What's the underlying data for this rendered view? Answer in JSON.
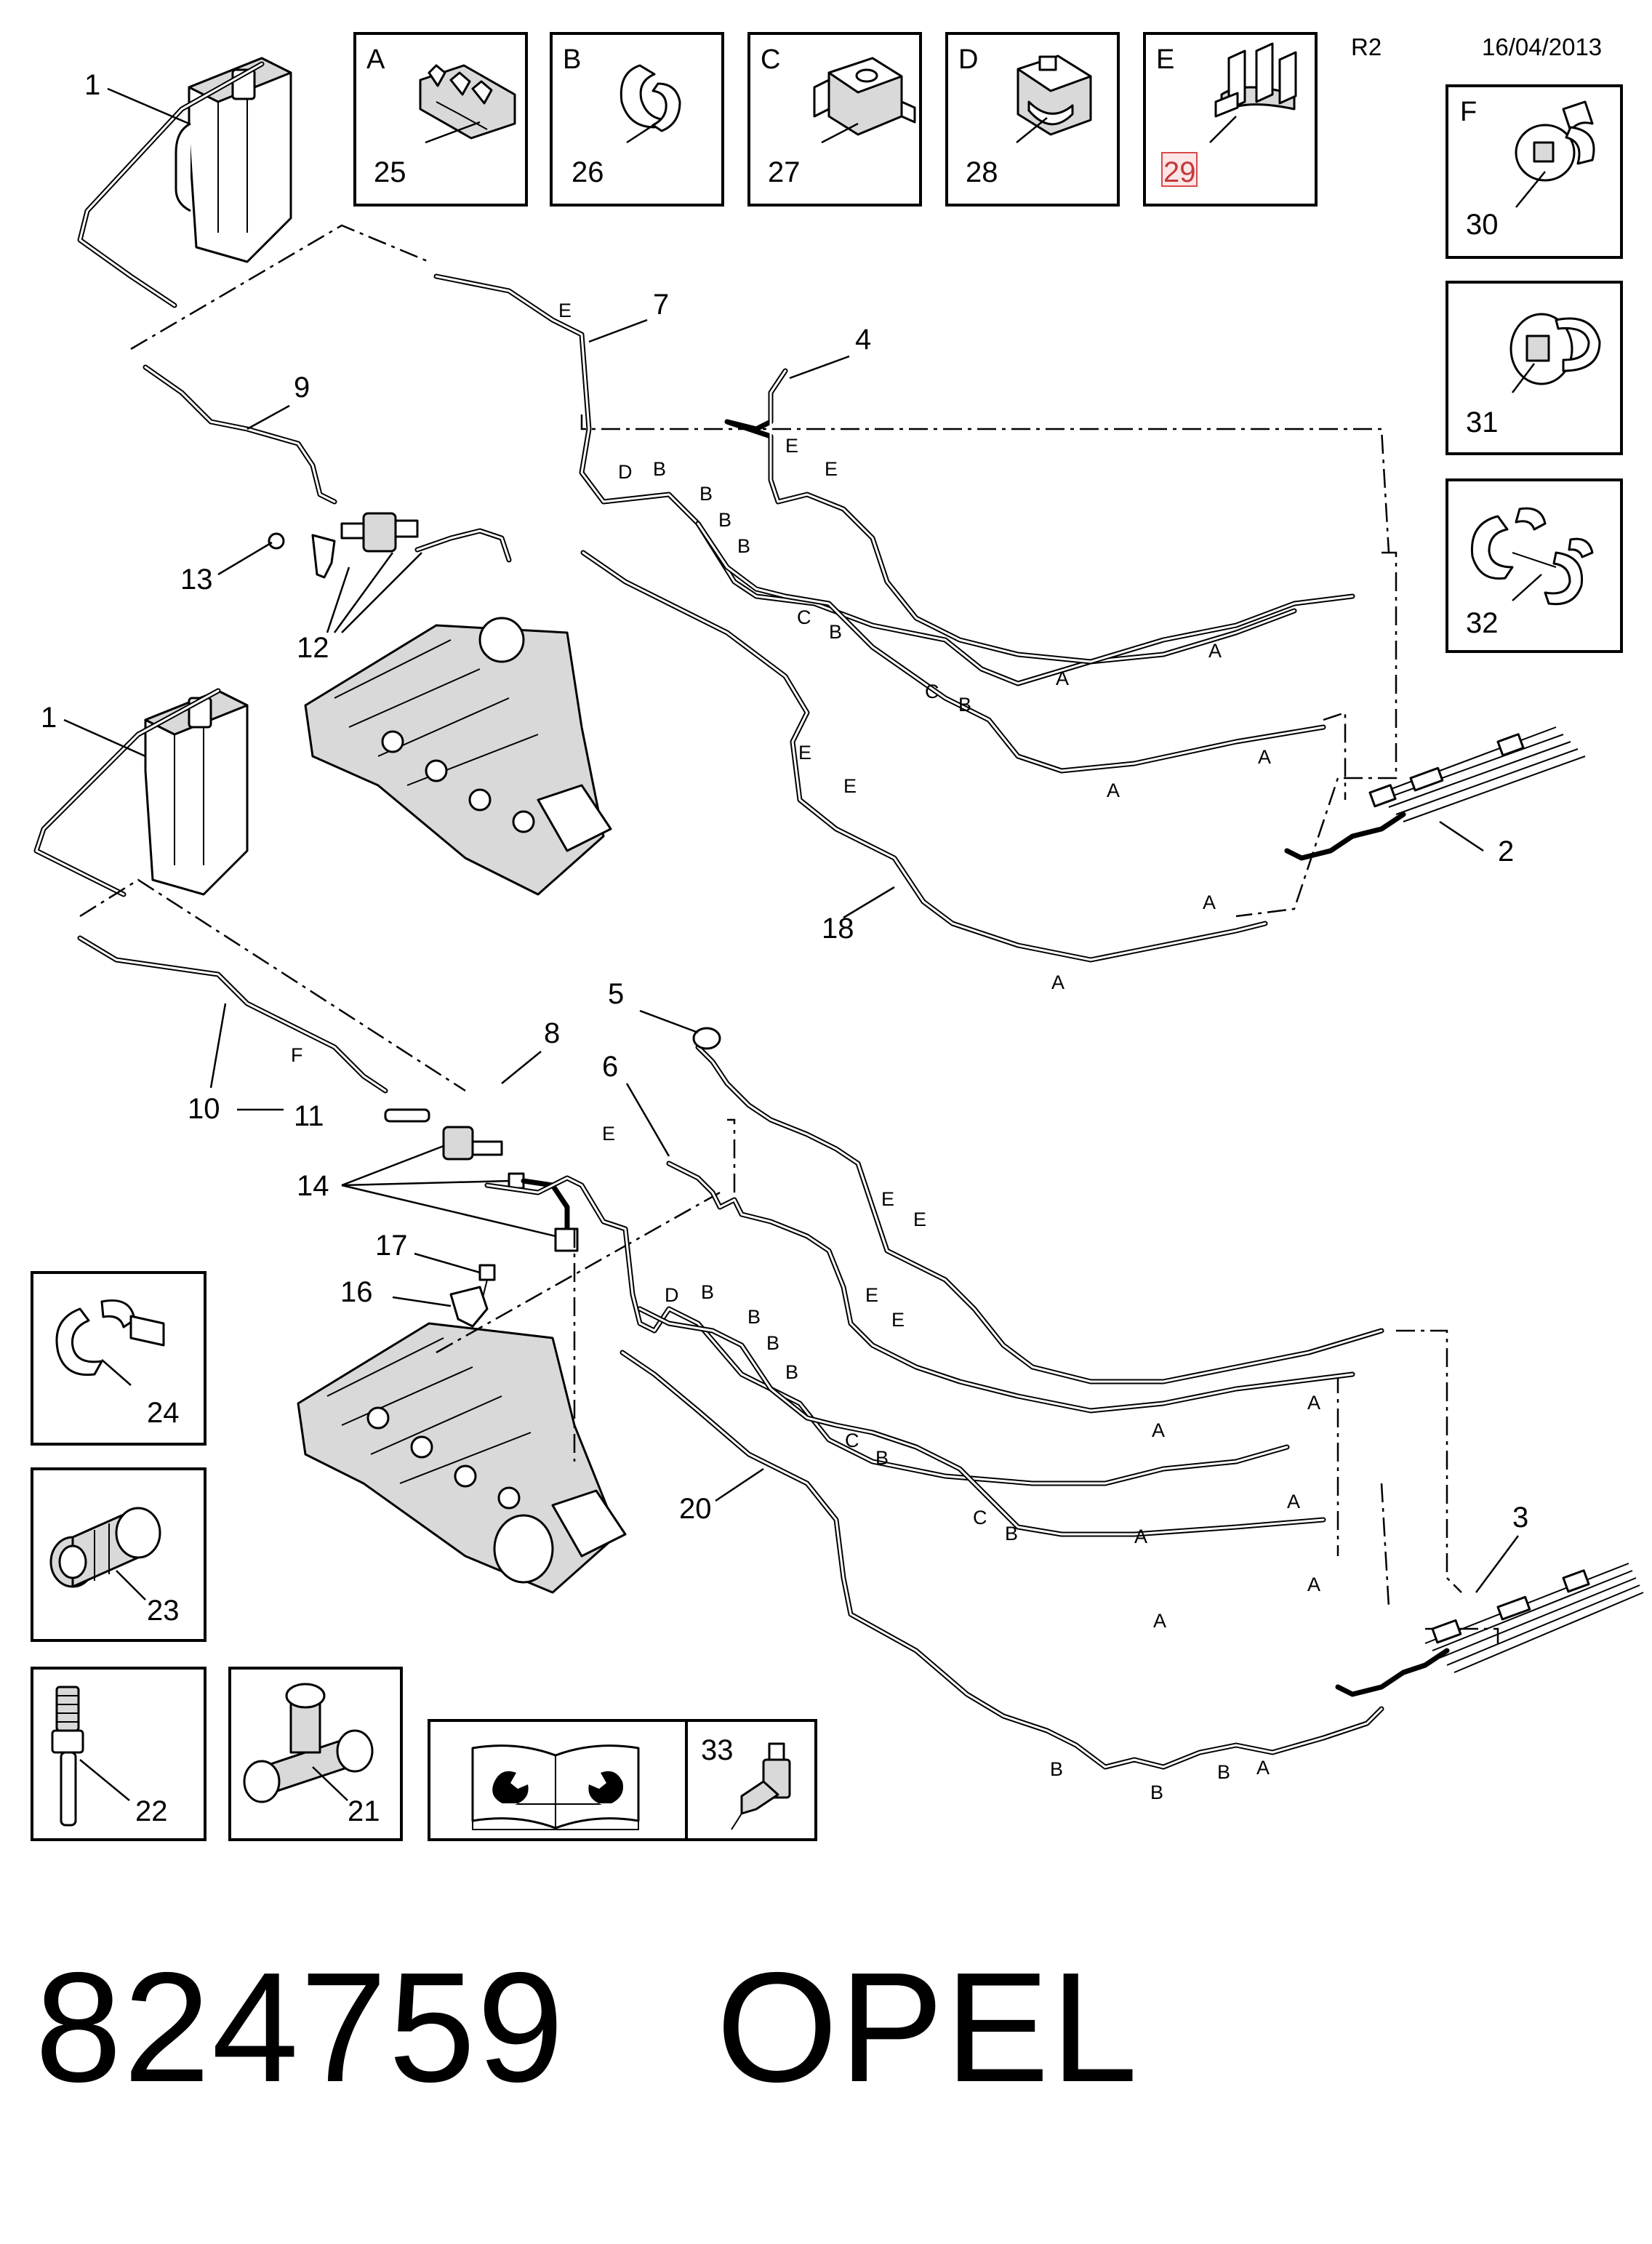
{
  "header": {
    "revision": "R2",
    "date": "16/04/2013"
  },
  "clip_boxes": [
    {
      "letter": "A",
      "part": "25"
    },
    {
      "letter": "B",
      "part": "26"
    },
    {
      "letter": "C",
      "part": "27"
    },
    {
      "letter": "D",
      "part": "28"
    },
    {
      "letter": "E",
      "part": "29"
    },
    {
      "letter": "F",
      "part": "30"
    },
    {
      "letter": "",
      "part": "31"
    },
    {
      "letter": "",
      "part": "32"
    }
  ],
  "fitting_boxes": [
    {
      "part": "24"
    },
    {
      "part": "23"
    },
    {
      "part": "22"
    },
    {
      "part": "21"
    },
    {
      "part": "33"
    }
  ],
  "callouts": {
    "c1a": "1",
    "c1b": "1",
    "c2": "2",
    "c3": "3",
    "c4": "4",
    "c5": "5",
    "c6": "6",
    "c7": "7",
    "c8": "8",
    "c9": "9",
    "c10": "10",
    "c11": "11",
    "c12": "12",
    "c13": "13",
    "c14": "14",
    "c16": "16",
    "c17": "17",
    "c18": "18",
    "c20": "20"
  },
  "clip_letters": {
    "upper": [
      "E",
      "E",
      "E",
      "D",
      "B",
      "B",
      "B",
      "B",
      "C",
      "B",
      "C",
      "B",
      "A",
      "A",
      "A",
      "A",
      "E",
      "E",
      "A",
      "A"
    ],
    "lower": [
      "F",
      "E",
      "E",
      "E",
      "E",
      "E",
      "D",
      "B",
      "B",
      "B",
      "B",
      "C",
      "B",
      "C",
      "B",
      "A",
      "A",
      "A",
      "A",
      "A",
      "A",
      "B",
      "B",
      "B",
      "A"
    ]
  },
  "footer": {
    "code": "824759",
    "brand": "OPEL"
  }
}
